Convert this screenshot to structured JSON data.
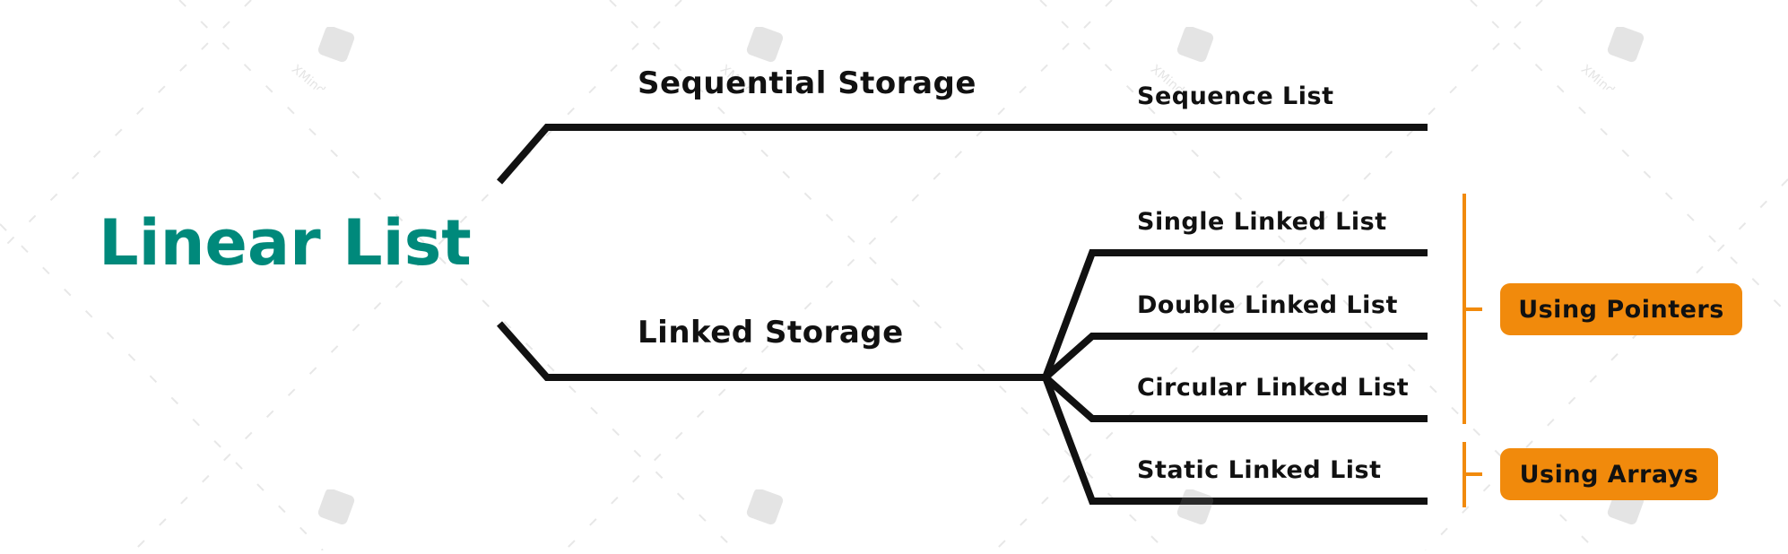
{
  "root": {
    "label": "Linear List",
    "color": "#00897b"
  },
  "branches": [
    {
      "label": "Sequential Storage",
      "children": [
        {
          "label": "Sequence List"
        }
      ]
    },
    {
      "label": "Linked Storage",
      "children": [
        {
          "label": "Single Linked List"
        },
        {
          "label": "Double Linked List"
        },
        {
          "label": "Circular Linked List"
        },
        {
          "label": "Static Linked List"
        }
      ]
    }
  ],
  "summaries": [
    {
      "label": "Using Pointers",
      "covers": [
        "Single Linked List",
        "Double Linked List",
        "Circular Linked List"
      ]
    },
    {
      "label": "Using Arrays",
      "covers": [
        "Static Linked List"
      ]
    }
  ],
  "watermark": {
    "text": "XMind",
    "icon": "xmind-logo-icon"
  },
  "colors": {
    "line": "#111111",
    "summary": "#f18a0c",
    "root": "#00897b"
  }
}
